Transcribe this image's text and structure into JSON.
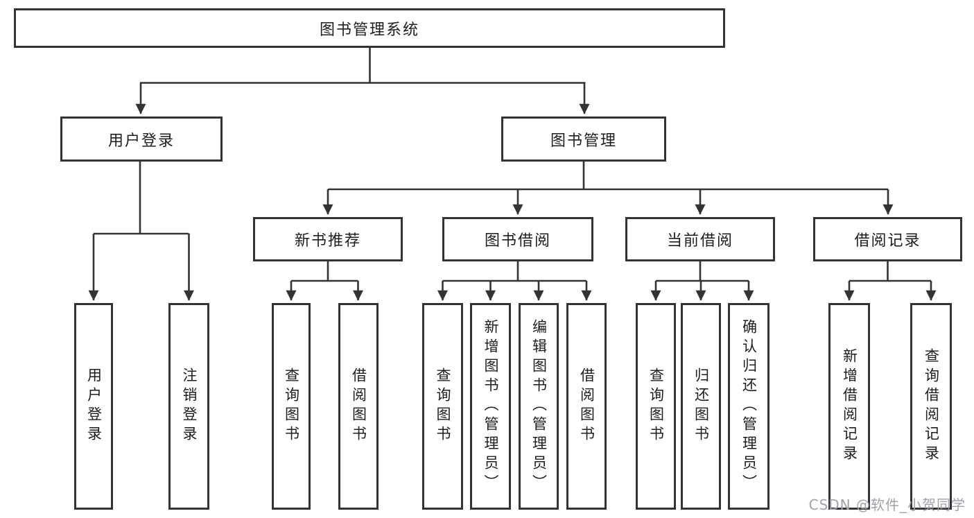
{
  "diagram": {
    "root": {
      "label": "图书管理系统"
    },
    "user": {
      "label": "用户登录",
      "children": [
        {
          "label": "用户登录"
        },
        {
          "label": "注销登录"
        }
      ]
    },
    "mgmt": {
      "label": "图书管理",
      "sections": [
        {
          "label": "新书推荐",
          "children": [
            {
              "label": "查询图书"
            },
            {
              "label": "借阅图书"
            }
          ]
        },
        {
          "label": "图书借阅",
          "children": [
            {
              "label": "查询图书"
            },
            {
              "label": "新增图书（管理员）"
            },
            {
              "label": "编辑图书（管理员）"
            },
            {
              "label": "借阅图书"
            }
          ]
        },
        {
          "label": "当前借阅",
          "children": [
            {
              "label": "查询图书"
            },
            {
              "label": "归还图书"
            },
            {
              "label": "确认归还（管理员）"
            }
          ]
        },
        {
          "label": "借阅记录",
          "children": [
            {
              "label": "新增借阅记录"
            },
            {
              "label": "查询借阅记录"
            }
          ]
        }
      ]
    }
  },
  "watermark": {
    "text": "CSDN @软件_小贺同学"
  },
  "colors": {
    "line": "#333333",
    "text": "#1d1d1f",
    "background": "#ffffff",
    "watermark": "#9fa2a8"
  }
}
